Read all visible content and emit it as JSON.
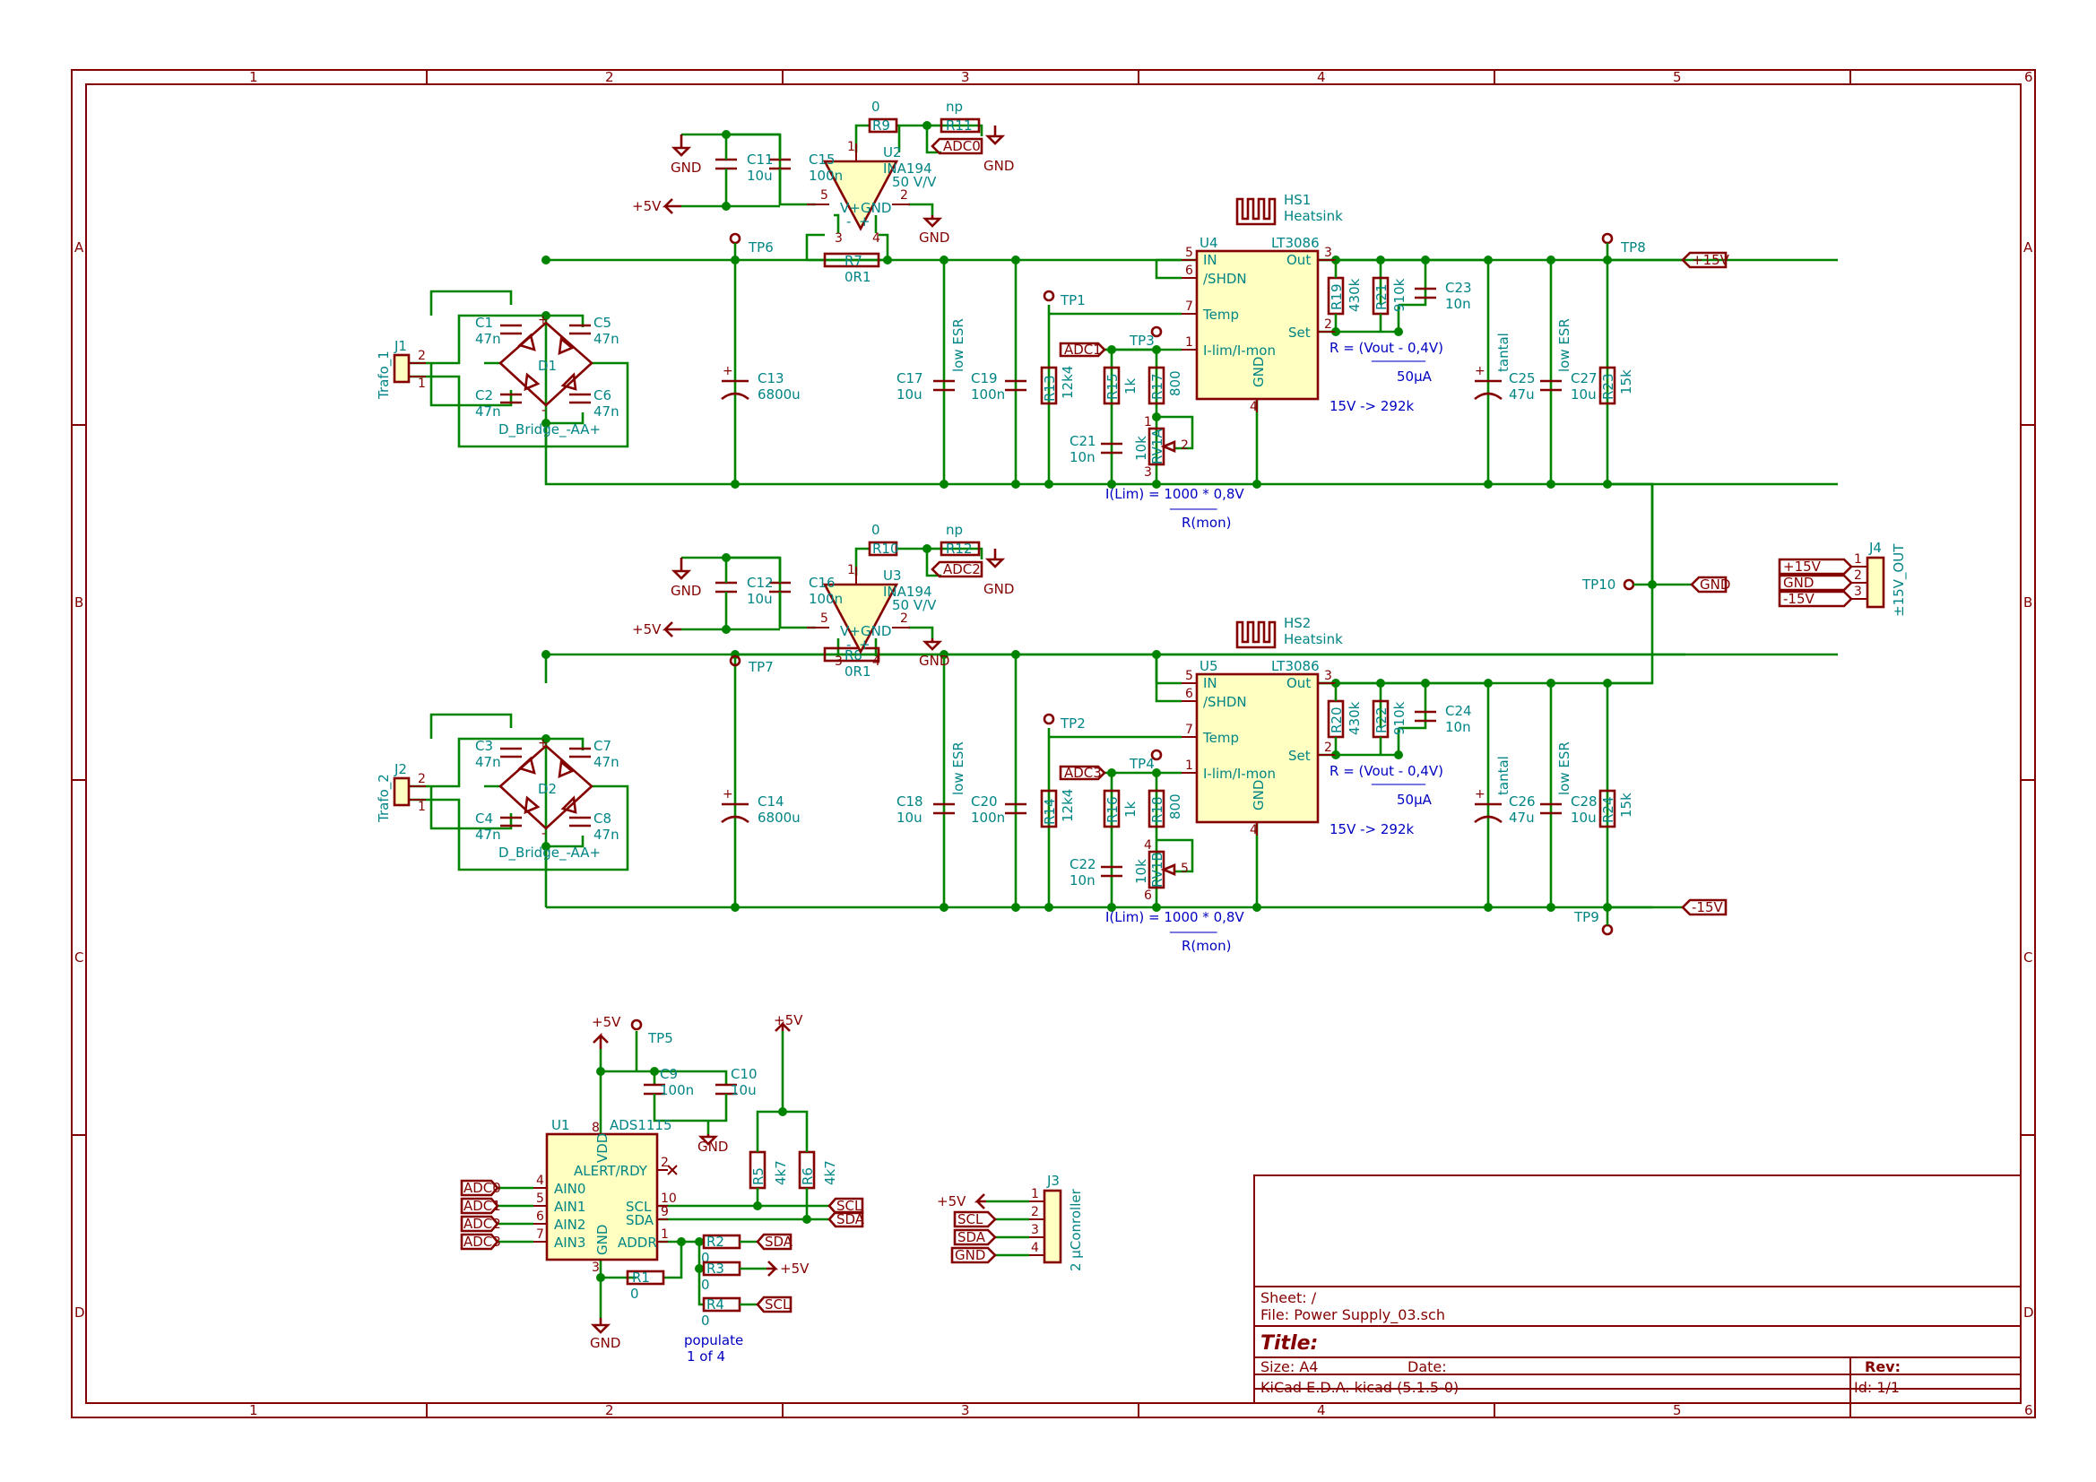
{
  "border": {
    "columns": [
      "1",
      "2",
      "3",
      "4",
      "5",
      "6"
    ],
    "rows": [
      "A",
      "B",
      "C",
      "D"
    ]
  },
  "titleblock": {
    "sheet": "Sheet: /",
    "file": "File: Power Supply_03.sch",
    "title": "Title:",
    "size": "Size: A4",
    "date": "Date:",
    "rev": "Rev:",
    "tool": "KiCad E.D.A.  kicad (5.1.5-0)",
    "id": "Id: 1/1"
  },
  "channel_top": {
    "J": "J1",
    "trafo": "Trafo_1",
    "D": "D1",
    "bridge": "D_Bridge_-AA+",
    "caps": [
      [
        "C1",
        "47n"
      ],
      [
        "C5",
        "47n"
      ],
      [
        "C2",
        "47n"
      ],
      [
        "C6",
        "47n"
      ]
    ],
    "tp_in": "TP6",
    "bulk": [
      "C13",
      "6800u"
    ],
    "opamp": "U2",
    "opamp_val": "INA194",
    "gain": "50 V/V",
    "cdec": [
      [
        "C11",
        "10u"
      ],
      [
        "C15",
        "100n"
      ]
    ],
    "rg": [
      "R9",
      "0"
    ],
    "rnp": [
      "R11",
      "np"
    ],
    "adc": "ADC0",
    "rsh": [
      "R7",
      "0R1"
    ],
    "cin": [
      [
        "C17",
        "10u"
      ],
      [
        "C19",
        "100n"
      ]
    ],
    "lowesr": "low ESR",
    "tp_temp": "TP1",
    "tp_mon": "TP3",
    "adcmon": "ADC1",
    "rtemp": [
      "R13",
      "12k4"
    ],
    "rmon": [
      [
        "R15",
        "1k"
      ],
      [
        "R17",
        "800"
      ]
    ],
    "cmon": [
      "C21",
      "10n"
    ],
    "pot": [
      "RV1A",
      "10k"
    ],
    "ic": "U4",
    "ic_val": "LT3086",
    "ic_pins": [
      "IN",
      "/SHDN",
      "Temp",
      "I-lim/I-mon",
      "GND",
      "Out",
      "Set"
    ],
    "hs": "HS1",
    "hs_val": "Heatsink",
    "rset": [
      [
        "R19",
        "430k"
      ],
      [
        "R21",
        "910k"
      ]
    ],
    "cset": [
      "C23",
      "10n"
    ],
    "formula_top": "R = (Vout - 0,4V)",
    "formula_line": "________",
    "formula_bot": "50µA",
    "ex": "15V -> 292k",
    "ilim_top": "I(Lim) = 1000 * 0,8V",
    "ilim_line": "_______",
    "ilim_bot": "R(mon)",
    "cout": [
      [
        "C25",
        "47u"
      ],
      [
        "C27",
        "10u"
      ]
    ],
    "tantal": "tantal",
    "lowesr2": "low ESR",
    "rload": [
      "R23",
      "15k"
    ],
    "tp_out": "TP8",
    "rail": "+15V"
  },
  "channel_bot": {
    "J": "J2",
    "trafo": "Trafo_2",
    "D": "D2",
    "bridge": "D_Bridge_-AA+",
    "caps": [
      [
        "C3",
        "47n"
      ],
      [
        "C7",
        "47n"
      ],
      [
        "C4",
        "47n"
      ],
      [
        "C8",
        "47n"
      ]
    ],
    "tp_in": "TP7",
    "bulk": [
      "C14",
      "6800u"
    ],
    "opamp": "U3",
    "opamp_val": "INA194",
    "gain": "50 V/V",
    "cdec": [
      [
        "C12",
        "10u"
      ],
      [
        "C16",
        "100n"
      ]
    ],
    "rg": [
      "R10",
      "0"
    ],
    "rnp": [
      "R12",
      "np"
    ],
    "adc": "ADC2",
    "rsh": [
      "R8",
      "0R1"
    ],
    "cin": [
      [
        "C18",
        "10u"
      ],
      [
        "C20",
        "100n"
      ]
    ],
    "lowesr": "low ESR",
    "tp_temp": "TP2",
    "tp_mon": "TP4",
    "adcmon": "ADC3",
    "rtemp": [
      "R14",
      "12k4"
    ],
    "rmon": [
      [
        "R16",
        "1k"
      ],
      [
        "R18",
        "800"
      ]
    ],
    "cmon": [
      "C22",
      "10n"
    ],
    "pot": [
      "RV1B",
      "10k"
    ],
    "ic": "U5",
    "ic_val": "LT3086",
    "ic_pins": [
      "IN",
      "/SHDN",
      "Temp",
      "I-lim/I-mon",
      "GND",
      "Out",
      "Set"
    ],
    "hs": "HS2",
    "hs_val": "Heatsink",
    "rset": [
      [
        "R20",
        "430k"
      ],
      [
        "R22",
        "910k"
      ]
    ],
    "cset": [
      "C24",
      "10n"
    ],
    "formula_top": "R = (Vout - 0,4V)",
    "formula_line": "________",
    "formula_bot": "50µA",
    "ex": "15V -> 292k",
    "ilim_top": "I(Lim) = 1000 * 0,8V",
    "ilim_line": "_______",
    "ilim_bot": "R(mon)",
    "cout": [
      [
        "C26",
        "47u"
      ],
      [
        "C28",
        "10u"
      ]
    ],
    "tantal": "tantal",
    "lowesr2": "low ESR",
    "rload": [
      "R24",
      "15k"
    ],
    "tp_out": "TP9",
    "rail": "-15V"
  },
  "gnd": {
    "tp": "TP10",
    "label": "GND"
  },
  "power": {
    "gnd": "GND",
    "p5v": "+5V"
  },
  "j4": {
    "ref": "J4",
    "val": "±15V_OUT",
    "pins": [
      "1",
      "2",
      "3"
    ],
    "labels": [
      "+15V",
      "GND",
      "-15V"
    ]
  },
  "j3": {
    "ref": "J3",
    "val": "2 µConroller",
    "pins": [
      "1",
      "2",
      "3",
      "4"
    ],
    "labels": [
      "+5V",
      "SCL",
      "SDA",
      "GND"
    ]
  },
  "adc_ic": {
    "ref": "U1",
    "val": "ADS1115",
    "pins_left": [
      "AIN0",
      "AIN1",
      "AIN2",
      "AIN3"
    ],
    "nums_left": [
      "4",
      "5",
      "6",
      "7"
    ],
    "labels_left": [
      "ADC0",
      "ADC1",
      "ADC2",
      "ADC3"
    ],
    "pins_right": [
      "ALERT/RDY",
      "SCL",
      "SDA",
      "ADDR"
    ],
    "nums_right": [
      "2",
      "10",
      "9",
      "1"
    ],
    "vdd": "VDD",
    "gnd": "GND",
    "vdd_n": "8",
    "gnd_n": "3",
    "tp": "TP5",
    "caps": [
      [
        "C9",
        "100n"
      ],
      [
        "C10",
        "10u"
      ]
    ],
    "pull": [
      [
        "R5",
        "4k7"
      ],
      [
        "R6",
        "4k7"
      ]
    ],
    "r1": [
      "R1",
      "0"
    ],
    "addr": [
      [
        "R2",
        "0",
        "SDA"
      ],
      [
        "R3",
        "0",
        "+5V"
      ],
      [
        "R4",
        "0",
        "SCL"
      ]
    ],
    "scl": "SCL",
    "sda": "SDA",
    "note1": "populate",
    "note2": "1 of 4"
  }
}
